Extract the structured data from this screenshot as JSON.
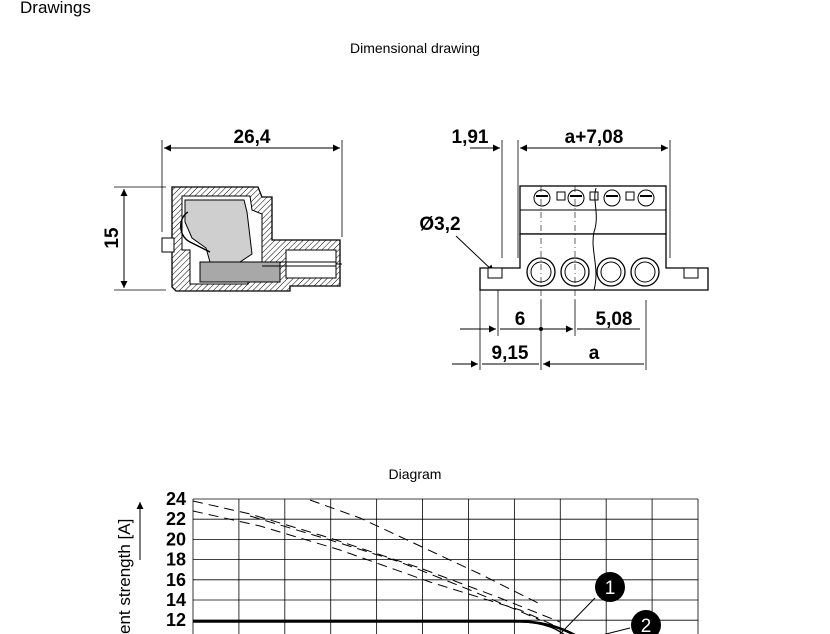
{
  "page": {
    "title": "Drawings"
  },
  "dimensional_drawing": {
    "caption": "Dimensional drawing",
    "labels": {
      "width": "26,4",
      "height": "15",
      "offset": "1,91",
      "top_span": "a+7,08",
      "hole": "Ø3,2",
      "pitch_left": "6",
      "pitch_right": "5,08",
      "edge": "9,15",
      "span": "a"
    }
  },
  "diagram": {
    "caption": "Diagram",
    "y_axis_label": "ent strength [A]",
    "markers": [
      "1",
      "2"
    ]
  },
  "chart_data": {
    "type": "line",
    "title": "Diagram",
    "ylabel": "ent strength [A]",
    "y_ticks": [
      12,
      14,
      16,
      18,
      20,
      22,
      24
    ],
    "ylim": [
      11,
      24
    ],
    "grid": true
  }
}
